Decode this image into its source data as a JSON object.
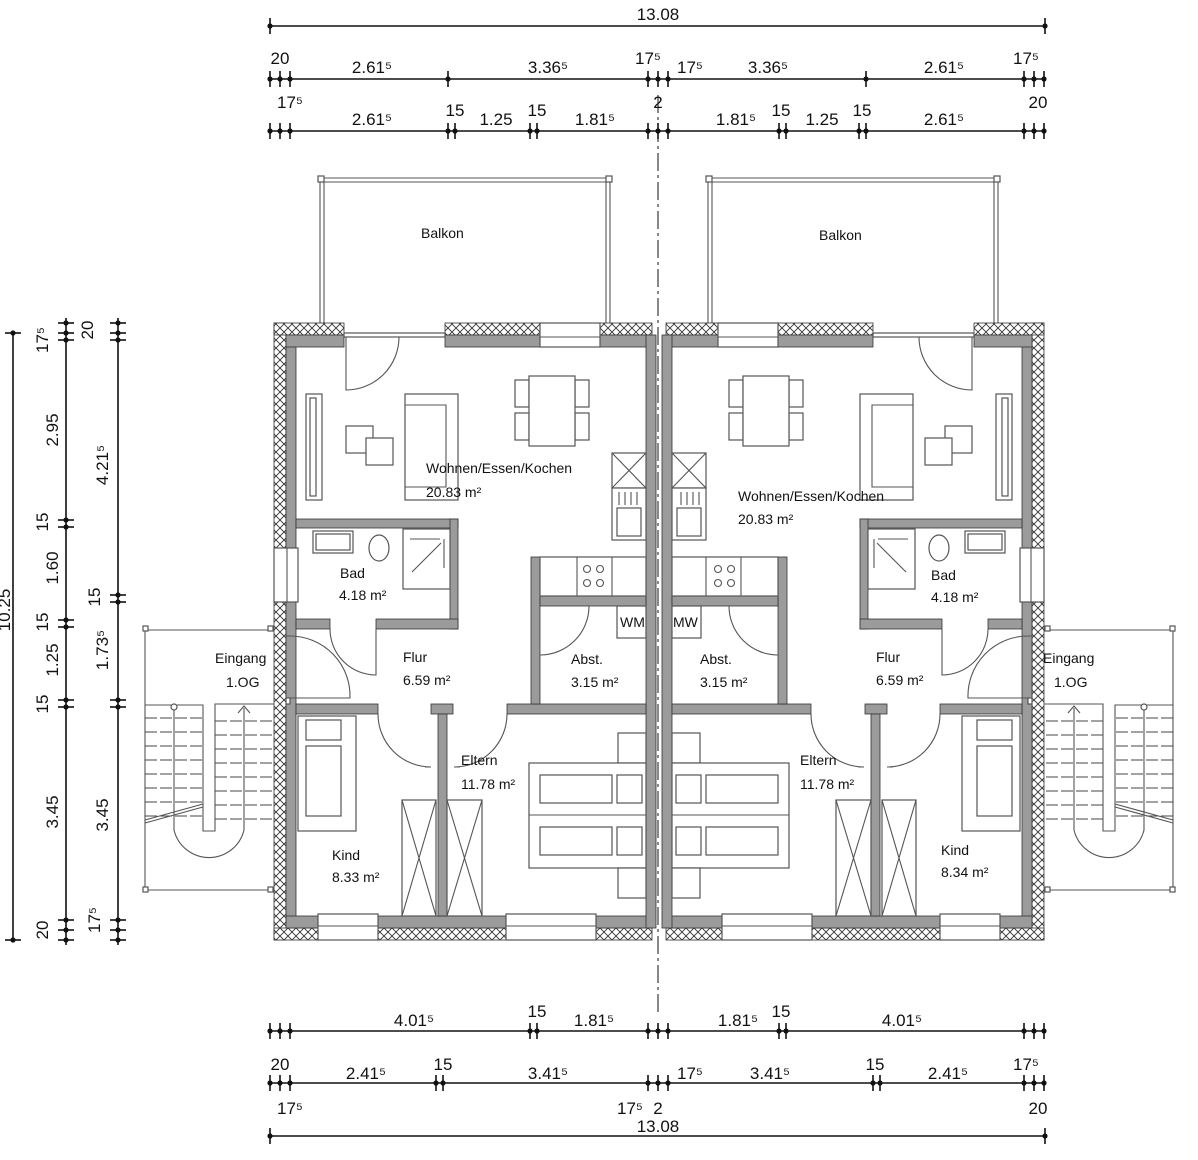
{
  "plan": {
    "overall_width": "13.08",
    "overall_depth": "10.25",
    "colors": {
      "wall": "#9b9b9b",
      "line": "#111111",
      "background": "#ffffff"
    },
    "rooms_left": [
      {
        "name": "Balkon",
        "area": ""
      },
      {
        "name": "Wohnen/Essen/Kochen",
        "area": "20.83 m²"
      },
      {
        "name": "Bad",
        "area": "4.18 m²"
      },
      {
        "name": "Flur",
        "area": "6.59 m²"
      },
      {
        "name": "Abst.",
        "area": "3.15 m²"
      },
      {
        "name": "Eltern",
        "area": "11.78 m²"
      },
      {
        "name": "Kind",
        "area": "8.33 m²"
      },
      {
        "name": "Eingang",
        "area": "1.OG"
      }
    ],
    "rooms_right": [
      {
        "name": "Balkon",
        "area": ""
      },
      {
        "name": "Wohnen/Essen/Kochen",
        "area": "20.83 m²"
      },
      {
        "name": "Bad",
        "area": "4.18 m²"
      },
      {
        "name": "Flur",
        "area": "6.59 m²"
      },
      {
        "name": "Abst.",
        "area": "3.15 m²"
      },
      {
        "name": "Eltern",
        "area": "11.78 m²"
      },
      {
        "name": "Kind",
        "area": "8.34 m²"
      },
      {
        "name": "Eingang",
        "area": "1.OG"
      }
    ],
    "appliances": {
      "washer": "WM",
      "microwave": "MW"
    }
  },
  "dimensions": {
    "top_total": "13.08",
    "top_row1": [
      "20",
      "2.61⁵",
      "3.36⁵",
      "17⁵",
      "17⁵",
      "3.36⁵",
      "2.61⁵",
      "17⁵"
    ],
    "top_row2": [
      "17⁵",
      "2.61⁵",
      "15",
      "1.25",
      "15",
      "1.81⁵",
      "2",
      "1.81⁵",
      "15",
      "1.25",
      "15",
      "2.61⁵",
      "20"
    ],
    "bottom_row1": [
      "4.01⁵",
      "15",
      "1.81⁵",
      "1.81⁵",
      "15",
      "4.01⁵"
    ],
    "bottom_row2": [
      "20",
      "2.41⁵",
      "15",
      "3.41⁵",
      "17⁵",
      "3.41⁵",
      "15",
      "2.41⁵",
      "17⁵"
    ],
    "bottom_row3": [
      "17⁵",
      "17⁵",
      "2",
      "20"
    ],
    "bottom_total": "13.08",
    "left_total": "10.25",
    "left_row1": [
      "17⁵",
      "2.95",
      "15",
      "1.60",
      "15",
      "1.25",
      "15",
      "3.45",
      "20"
    ],
    "left_row2": [
      "20",
      "4.21⁵",
      "15",
      "1.73⁵",
      "3.45",
      "17⁵"
    ]
  }
}
